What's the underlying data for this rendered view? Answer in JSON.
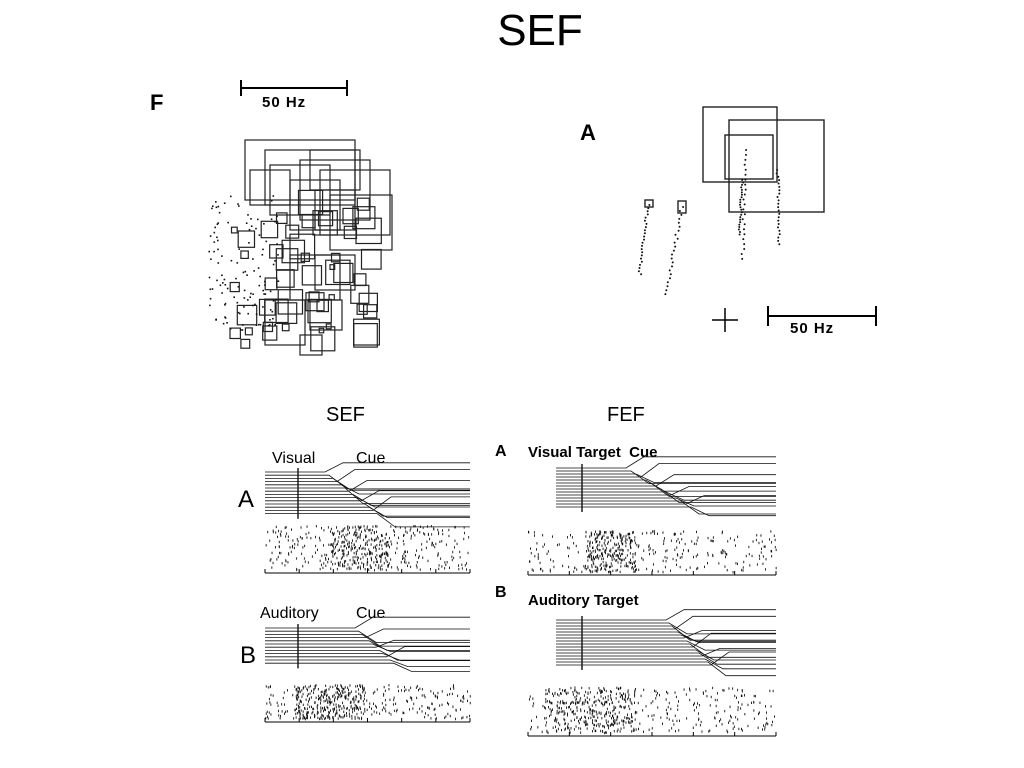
{
  "title": "SEF",
  "top_left": {
    "panel_letter": "F",
    "scale_label": "50 Hz"
  },
  "top_right": {
    "panel_letter": "A",
    "scale_label": "50 Hz"
  },
  "bottom_left": {
    "caption": "SEF",
    "row_a": {
      "letter": "A",
      "label_1": "Visual",
      "label_2": "Cue"
    },
    "row_b": {
      "letter": "B",
      "label_1": "Auditory",
      "label_2": "Cue"
    }
  },
  "bottom_right": {
    "caption": "FEF",
    "row_a": {
      "letter": "A",
      "label": "Visual Target  Cue"
    },
    "row_b": {
      "letter": "B",
      "label": "Auditory Target"
    }
  }
}
